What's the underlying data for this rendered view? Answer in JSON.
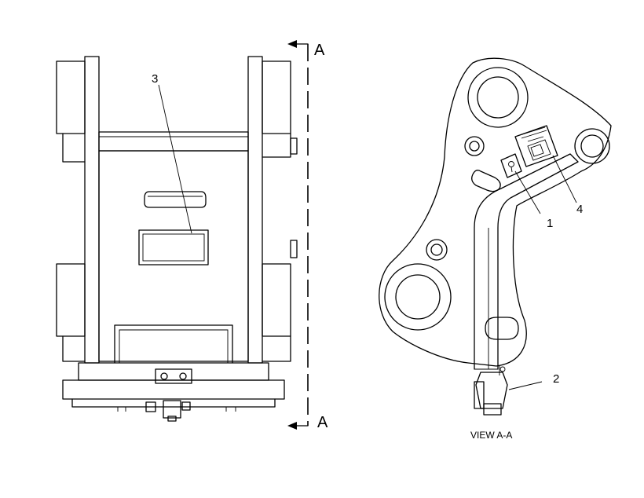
{
  "callouts": {
    "c1": "1",
    "c2": "2",
    "c3": "3",
    "c4": "4"
  },
  "section": {
    "top_letter": "A",
    "bottom_letter": "A"
  },
  "view_caption": "VIEW A-A"
}
